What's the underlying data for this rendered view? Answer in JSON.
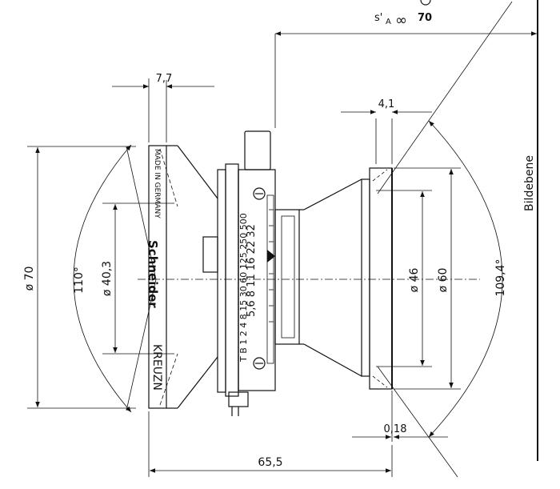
{
  "dimensions": {
    "flange_width": "7,7",
    "rear_width": "4,1",
    "rear_offset": "0,18",
    "total_length": "65,5",
    "front_outer_diameter": "ø 70",
    "front_inner_diameter": "ø 40,3",
    "rear_inner_diameter": "ø 46",
    "rear_outer_diameter": "ø 60",
    "front_angle": "110°",
    "rear_angle": "109,4°"
  },
  "image_distance": {
    "prefix": "s'",
    "subscript": "A",
    "infinity": "∞",
    "value": "70"
  },
  "image_plane_label": "Bildebene",
  "lens_engraving": {
    "brand": "Schneider",
    "place": "KREUZN",
    "made_in": "MADE IN GERMANY"
  },
  "shutter_scale": {
    "speeds": "T B 1 2 4 8 15 30 60 125 250 500",
    "apertures": "5,6 8 11 16 22 32"
  }
}
